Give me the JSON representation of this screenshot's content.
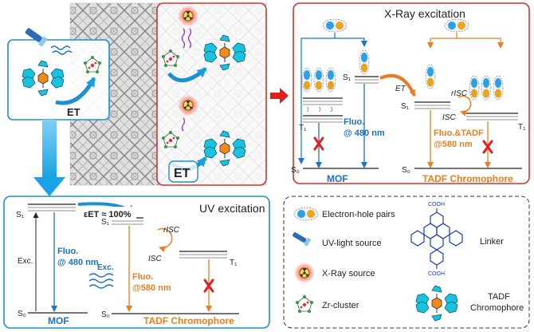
{
  "xray": {
    "title": "X-Ray excitation",
    "S1": "S₁",
    "T1": "T₁",
    "S0": "S₀",
    "ET": "ET",
    "rISC": "rISC",
    "ISC": "ISC",
    "mof_fluo_line1": "Fluo.",
    "mof_fluo_line2": "@ 480 nm",
    "tadf_fluo_line1": "Fluo.&TADF",
    "tadf_fluo_line2": "@580 nm",
    "mof_label": "MOF",
    "tadf_label": "TADF Chromophore"
  },
  "uv": {
    "title": "UV excitation",
    "S1": "S₁",
    "T1": "T₁",
    "S0": "S₀",
    "efficiency": "εET ≈ 100%",
    "exc_left": "Exc.",
    "fluo_mof_line1": "Fluo.",
    "fluo_mof_line2": "@ 480 nm",
    "exc_right": "Exc.",
    "rISC": "rISC",
    "ISC": "ISC",
    "fluo_tadf_line1": "Fluo.",
    "fluo_tadf_line2": "@580 nm",
    "mof_label": "MOF",
    "tadf_label": "TADF Chromophore"
  },
  "left": {
    "et_small": "ET",
    "et_large": "ET"
  },
  "legend": {
    "electron_hole": "Electron-hole pairs",
    "uv_source": "UV-light source",
    "xray_source": "X-Ray source",
    "zr_cluster": "Zr-cluster",
    "linker": "Linker",
    "cooh": "COOH",
    "tadf_line1": "TADF",
    "tadf_line2": "Chromophore"
  },
  "colors": {
    "mof_blue": "#1a73c8",
    "tadf_orange": "#f07d1a",
    "panel_red": "#d9302b",
    "cross_red": "#e02020",
    "molecule_cyan": "#19c3e0",
    "molecule_orange": "#f28a18"
  }
}
